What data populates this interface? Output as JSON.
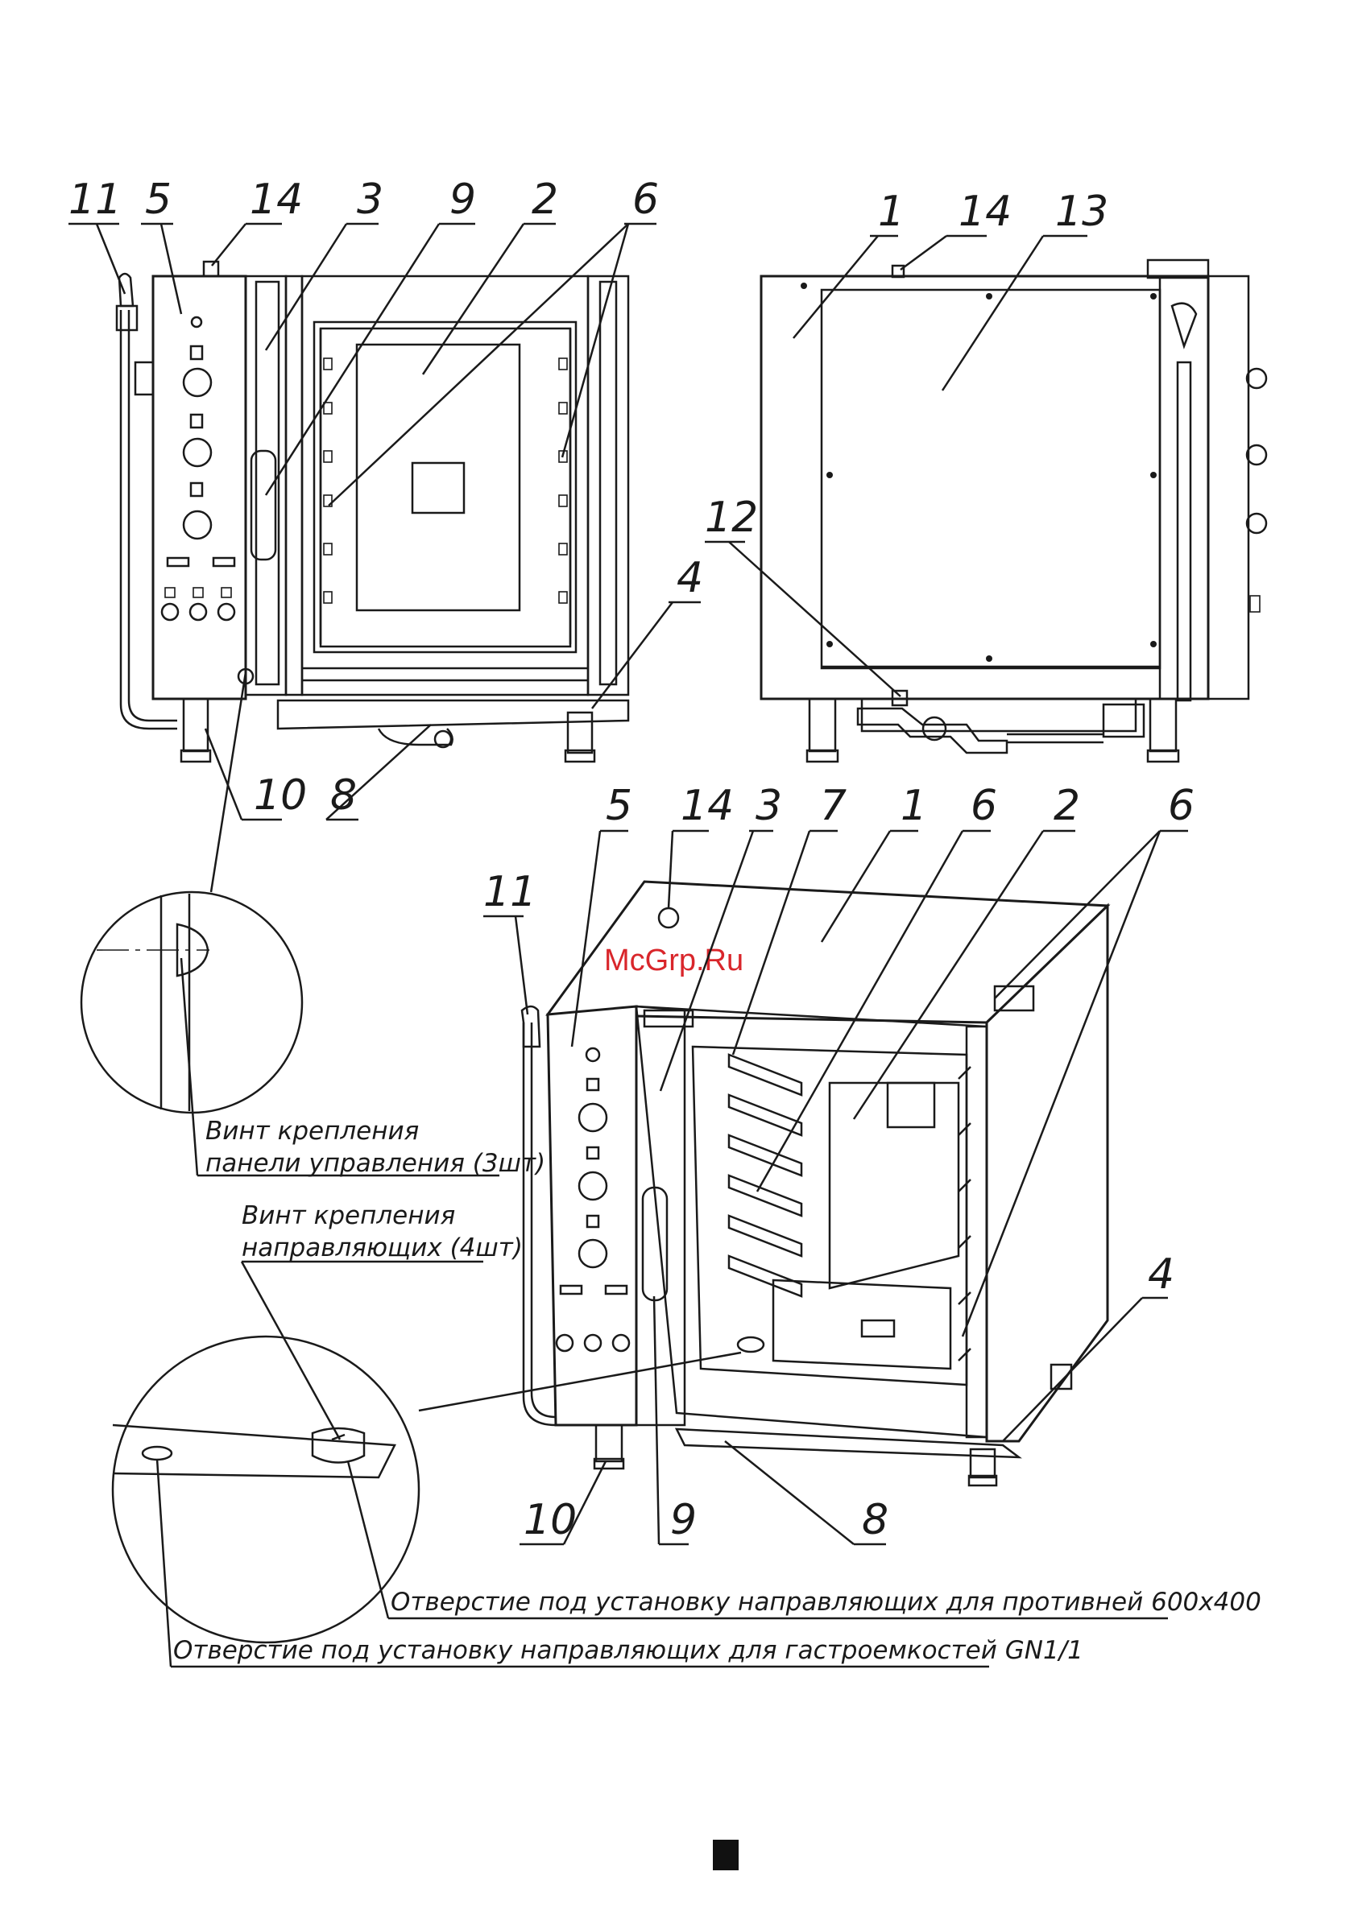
{
  "watermark": "McGrp.Ru",
  "views": {
    "front": {
      "callouts": [
        "11",
        "5",
        "14",
        "3",
        "9",
        "2",
        "6",
        "10",
        "8",
        "4"
      ]
    },
    "rear": {
      "callouts": [
        "1",
        "14",
        "13",
        "12"
      ]
    },
    "iso": {
      "callouts_top": [
        "5",
        "14",
        "3",
        "7",
        "1",
        "6",
        "2",
        "6"
      ],
      "callouts_side": [
        "11",
        "4"
      ],
      "callouts_bottom": [
        "10",
        "9",
        "8"
      ]
    }
  },
  "notes": {
    "panel_screw_line1": "Винт крепления",
    "panel_screw_line2": "панели управления (3шт)",
    "guide_screw_line1": "Винт крепления",
    "guide_screw_line2": "направляющих (4шт)",
    "hole_600x400": "Отверстие под установку направляющих для противней 600х400",
    "hole_gn": "Отверстие под установку направляющих для гастроемкостей GN1/1"
  },
  "colors": {
    "line": "#1a1a1a",
    "watermark": "#d9262b"
  },
  "icons": {
    "page_marker": "square-icon"
  }
}
